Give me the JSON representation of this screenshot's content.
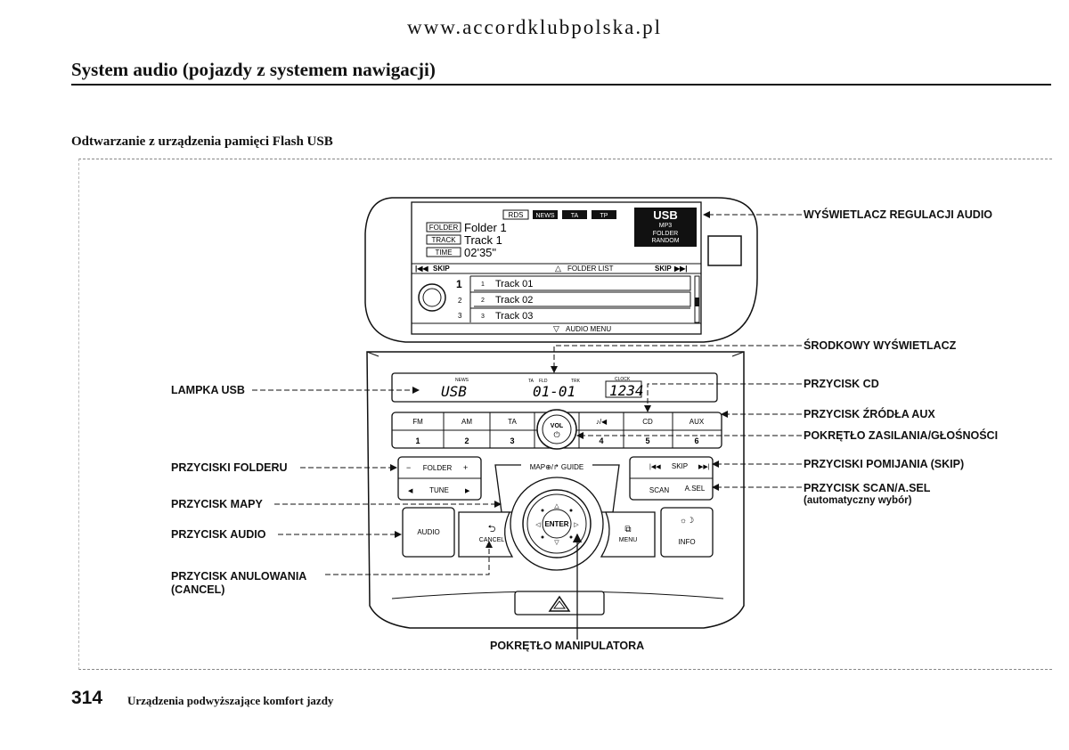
{
  "header": {
    "site": "www.accordklubpolska.pl",
    "title": "System audio (pojazdy z systemem nawigacji)",
    "subtitle": "Odtwarzanie z urządzenia pamięci Flash USB"
  },
  "display": {
    "indicators": [
      "RDS",
      "NEWS",
      "TA",
      "TP"
    ],
    "source": "USB",
    "format": "MP3",
    "mode_line1": "FOLDER",
    "mode_line2": "RANDOM",
    "folder_tag": "FOLDER",
    "folder_value": "Folder 1",
    "track_tag": "TRACK",
    "track_value": "Track 1",
    "time_tag": "TIME",
    "time_value": "02'35\"",
    "skip_left": "SKIP",
    "folder_list": "FOLDER LIST",
    "skip_right": "SKIP",
    "row_numbers": [
      "1",
      "2",
      "3"
    ],
    "tracks": [
      {
        "num": "1",
        "name": "Track 01"
      },
      {
        "num": "2",
        "name": "Track 02"
      },
      {
        "num": "3",
        "name": "Track 03"
      }
    ],
    "audio_menu": "AUDIO MENU"
  },
  "center_display": {
    "news": "NEWS",
    "ta": "TA",
    "fld": "FLD",
    "trk": "TRK",
    "clock": "CLOCK",
    "source": "USB",
    "folder_track": "01-01",
    "time": "1234"
  },
  "panel": {
    "band_buttons": [
      "FM",
      "AM",
      "TA",
      "",
      "CD",
      "AUX"
    ],
    "band_icon_label": "♪/◀",
    "preset_buttons": [
      "1",
      "2",
      "3",
      "4",
      "5",
      "6"
    ],
    "vol_label": "VOL",
    "folder_label": "FOLDER",
    "tune_label": "TUNE",
    "map_guide_label": "MAP⊕/↱ GUIDE",
    "skip_label": "SKIP",
    "scan_label": "SCAN",
    "asel_label": "A.SEL",
    "audio_label": "AUDIO",
    "cancel_label": "CANCEL",
    "enter_label": "ENTER",
    "menu_label": "MENU",
    "info_label": "INFO",
    "daynight_label": "☼☽"
  },
  "callouts": {
    "audio_display": "WYŚWIETLACZ REGULACJI AUDIO",
    "center_display": "ŚRODKOWY WYŚWIETLACZ",
    "usb_lamp": "LAMPKA USB",
    "cd_button": "PRZYCISK CD",
    "aux_button": "PRZYCISK ŹRÓDŁA AUX",
    "power_volume": "POKRĘTŁO ZASILANIA/GŁOŚNOŚCI",
    "folder_buttons": "PRZYCISKI FOLDERU",
    "skip_buttons": "PRZYCISKI POMIJANIA (SKIP)",
    "map_button": "PRZYCISK MAPY",
    "scan_button": "PRZYCISK SCAN/A.SEL",
    "scan_note": "(automatyczny wybór)",
    "audio_button": "PRZYCISK AUDIO",
    "cancel_button": "PRZYCISK ANULOWANIA",
    "cancel_note": "(CANCEL)",
    "joystick": "POKRĘTŁO MANIPULATORA"
  },
  "footer": {
    "page_number": "314",
    "text": "Urządzenia podwyższające komfort jazdy"
  }
}
